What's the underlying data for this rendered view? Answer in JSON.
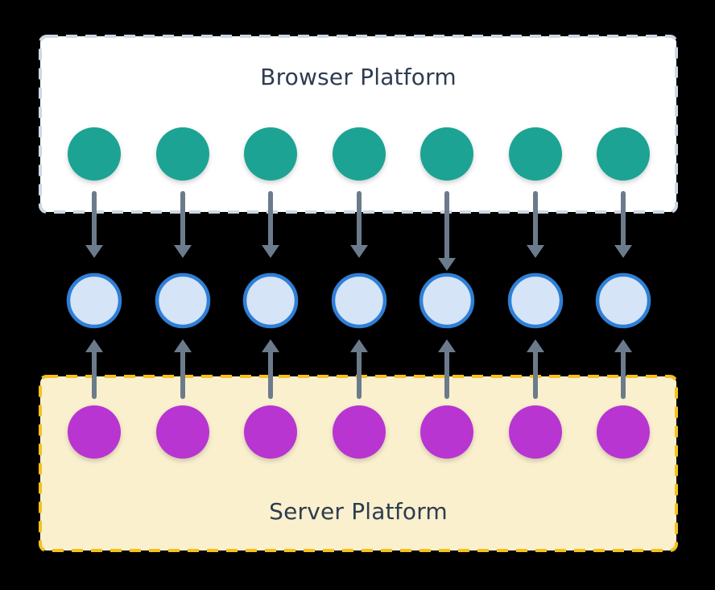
{
  "diagram": {
    "background_color": "#000000",
    "text_color": "#2D3C50",
    "browser_platform": {
      "label": "Browser Platform",
      "box_fill": "#FFFFFF",
      "box_border_color": "#CDD8E3",
      "box_border_style": "dashed",
      "node_count": 7,
      "node_color": "#1AA394",
      "node_name": "browser-node"
    },
    "bridge_nodes": {
      "node_count": 7,
      "fill": "#D6E4F7",
      "border_color": "#2E7FD6",
      "node_name": "bridge-node"
    },
    "server_platform": {
      "label": "Server Platform",
      "box_fill": "#FAF0CE",
      "box_border_color": "#F6C11D",
      "box_border_style": "dashed",
      "node_count": 7,
      "node_color": "#B836D1",
      "node_name": "server-node"
    },
    "arrows": {
      "color": "#6C7B8C",
      "down": {
        "count": 7,
        "direction": "browser-to-bridge",
        "long_column": 5
      },
      "up": {
        "count": 7,
        "direction": "server-to-bridge"
      }
    }
  }
}
